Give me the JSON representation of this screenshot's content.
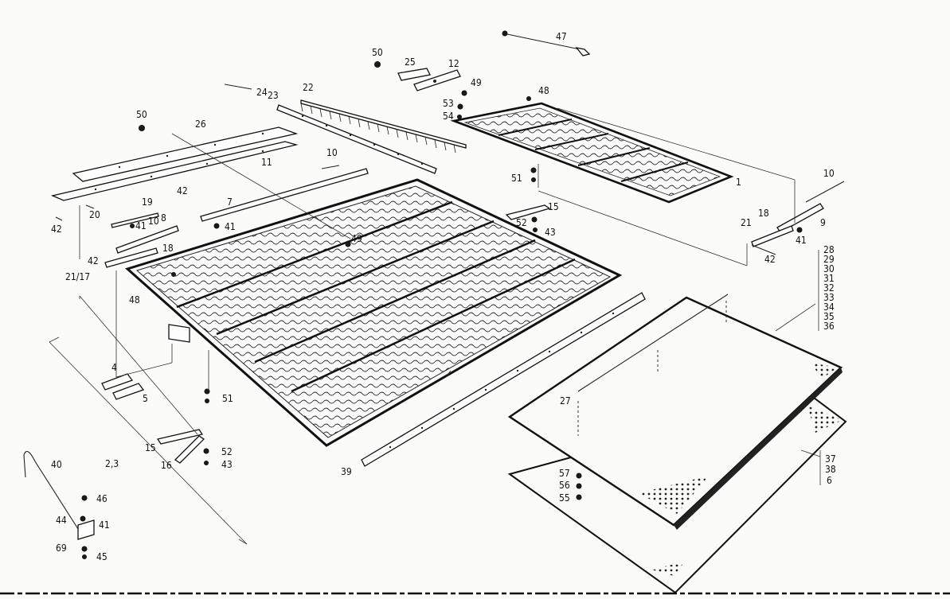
{
  "diagram": {
    "labels": {
      "l47": "47",
      "l50a": "50",
      "l25": "25",
      "l12": "12",
      "l49a": "49",
      "l48a": "48",
      "l53": "53",
      "l54": "54",
      "l22": "22",
      "l23": "23",
      "l24": "24",
      "l50b": "50",
      "l26": "26",
      "l11": "11",
      "l10a": "10",
      "l1": "1",
      "l51a": "51",
      "l15a": "15",
      "l52a": "52",
      "l43a": "43",
      "l10b": "10",
      "l9": "9",
      "l21a": "21",
      "l18a": "18",
      "l41a": "41",
      "l42a": "42",
      "l42b": "42",
      "l20": "20",
      "l19": "19",
      "l7": "7",
      "l41b": "41",
      "l42c": "42",
      "l10c": "10",
      "l8": "8",
      "l41c": "41",
      "l49b": "49",
      "l18b": "18",
      "l42d": "42",
      "l2117": "21/17",
      "l48b": "48",
      "l4": "4",
      "l5": "5",
      "l51b": "51",
      "l15b": "15",
      "l16": "16",
      "l52b": "52",
      "l43b": "43",
      "l23b": "2,3",
      "l40": "40",
      "l46": "46",
      "l44": "44",
      "l41d": "41",
      "l69": "69",
      "l45": "45",
      "l39": "39",
      "l27": "27",
      "l57": "57",
      "l56": "56",
      "l55": "55",
      "l28": "28",
      "l29": "29",
      "l30": "30",
      "l31": "31",
      "l32": "32",
      "l33": "33",
      "l34": "34",
      "l35": "35",
      "l36": "36",
      "l37": "37",
      "l38": "38",
      "l6": "6"
    }
  }
}
